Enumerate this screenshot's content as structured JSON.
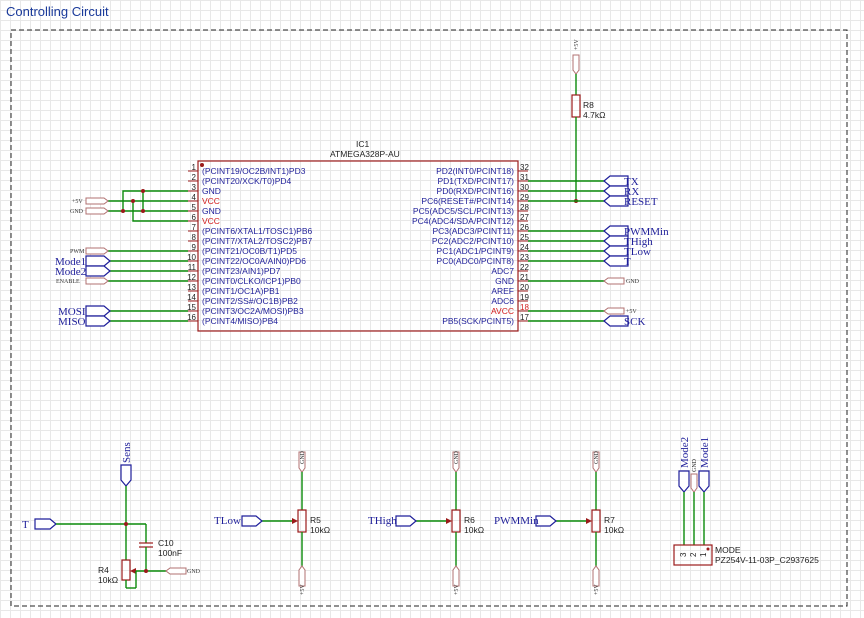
{
  "title": "Controlling Circuit",
  "ic": {
    "ref": "IC1",
    "part": "ATMEGA328P-AU",
    "left_pins": [
      {
        "num": "1",
        "name": "(PCINT19/OC2B/INT1)PD3"
      },
      {
        "num": "2",
        "name": "(PCINT20/XCK/T0)PD4"
      },
      {
        "num": "3",
        "name": "GND"
      },
      {
        "num": "4",
        "name": "VCC"
      },
      {
        "num": "5",
        "name": "GND"
      },
      {
        "num": "6",
        "name": "VCC"
      },
      {
        "num": "7",
        "name": "(PCINT6/XTAL1/TOSC1)PB6"
      },
      {
        "num": "8",
        "name": "(PCINT7/XTAL2/TOSC2)PB7"
      },
      {
        "num": "9",
        "name": "(PCINT21/OC0B/T1)PD5"
      },
      {
        "num": "10",
        "name": "(PCINT22/OC0A/AIN0)PD6"
      },
      {
        "num": "11",
        "name": "(PCINT23/AIN1)PD7"
      },
      {
        "num": "12",
        "name": "(PCINT0/CLKO/ICP1)PB0"
      },
      {
        "num": "13",
        "name": "(PCINT1/OC1A)PB1"
      },
      {
        "num": "14",
        "name": "(PCINT2/SS#/OC1B)PB2"
      },
      {
        "num": "15",
        "name": "(PCINT3/OC2A/MOSI)PB3"
      },
      {
        "num": "16",
        "name": "(PCINT4/MISO)PB4"
      }
    ],
    "right_pins": [
      {
        "num": "32",
        "name": "PD2(INT0/PCINT18)"
      },
      {
        "num": "31",
        "name": "PD1(TXD/PCINT17)"
      },
      {
        "num": "30",
        "name": "PD0(RXD/PCINT16)"
      },
      {
        "num": "29",
        "name": "PC6(RESET#/PCINT14)"
      },
      {
        "num": "28",
        "name": "PC5(ADC5/SCL/PCINT13)"
      },
      {
        "num": "27",
        "name": "PC4(ADC4/SDA/PCINT12)"
      },
      {
        "num": "26",
        "name": "PC3(ADC3/PCINT11)"
      },
      {
        "num": "25",
        "name": "PC2(ADC2/PCINT10)"
      },
      {
        "num": "24",
        "name": "PC1(ADC1/PCINT9)"
      },
      {
        "num": "23",
        "name": "PC0(ADC0/PCINT8)"
      },
      {
        "num": "22",
        "name": "ADC7"
      },
      {
        "num": "21",
        "name": "GND"
      },
      {
        "num": "20",
        "name": "AREF"
      },
      {
        "num": "19",
        "name": "ADC6"
      },
      {
        "num": "18",
        "name": "AVCC"
      },
      {
        "num": "17",
        "name": "PB5(SCK/PCINT5)"
      }
    ]
  },
  "nets_left": {
    "v5": "+5V",
    "gnd": "GND",
    "pwm": "PWM",
    "mode1": "Mode1",
    "mode2": "Mode2",
    "enable": "ENABLE",
    "mosi": "MOSI",
    "miso": "MISO"
  },
  "nets_right": {
    "tx": "TX",
    "rx": "RX",
    "reset": "RESET",
    "pwmmin": "PWMMin",
    "thigh": "THigh",
    "tlow": "TLow",
    "t": "T",
    "gnd": "GND",
    "v5": "+5V",
    "sck": "SCK"
  },
  "r8": {
    "ref": "R8",
    "value": "4.7kΩ",
    "supply": "+5V"
  },
  "sensor": {
    "sens": "Sens",
    "t": "T",
    "c10_ref": "C10",
    "c10_value": "100nF",
    "r4_ref": "R4",
    "r4_value": "10kΩ",
    "gnd": "GND"
  },
  "pot_r5": {
    "in": "TLow",
    "ref": "R5",
    "value": "10kΩ",
    "top": "GND",
    "bottom": "+5V"
  },
  "pot_r6": {
    "in": "THigh",
    "ref": "R6",
    "value": "10kΩ",
    "top": "GND",
    "bottom": "+5V"
  },
  "pot_r7": {
    "in": "PWMMin",
    "ref": "R7",
    "value": "10kΩ",
    "top": "GND",
    "bottom": "+5V"
  },
  "mode_conn": {
    "ref": "MODE",
    "part": "PZ254V-11-03P_C2937625",
    "nets": [
      "Mode2",
      "GND",
      "Mode1"
    ],
    "pins": [
      "3",
      "2",
      "1"
    ]
  }
}
